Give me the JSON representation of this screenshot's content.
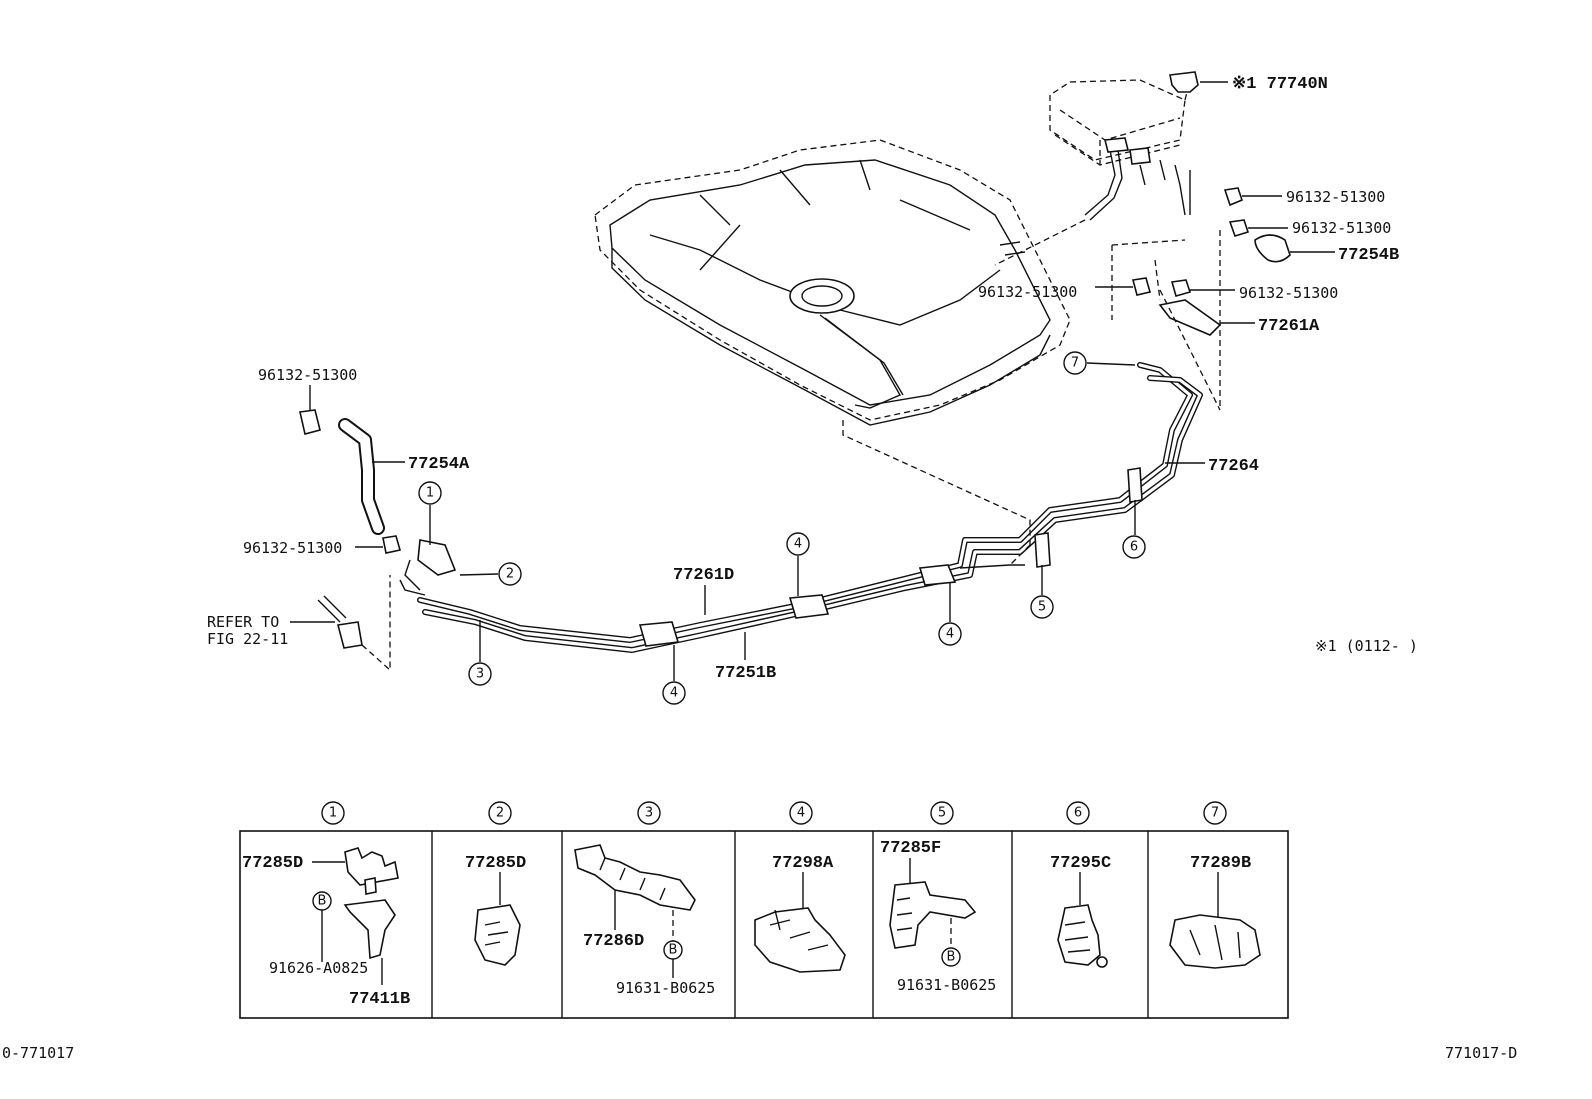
{
  "labels": {
    "p77740n": "※1 77740N",
    "clip_1": "96132-51300",
    "clip_2": "96132-51300",
    "p77254b": "77254B",
    "clip_3": "96132-51300",
    "clip_4": "96132-51300",
    "p77261a": "77261A",
    "clip_5": "96132-51300",
    "p77254a": "77254A",
    "clip_6": "96132-51300",
    "refer_1": "REFER TO",
    "refer_2": "FIG 22-11",
    "p77261d": "77261D",
    "p77251b": "77251B",
    "p77264": "77264",
    "note": "※1 (0112-        )"
  },
  "callouts": {
    "c1": "1",
    "c2": "2",
    "c3": "3",
    "c4a": "4",
    "c4b": "4",
    "c4c": "4",
    "c5": "5",
    "c6": "6",
    "c7": "7"
  },
  "detail_panels": [
    {
      "num": "1",
      "parts": [
        "77285D",
        "B",
        "91626-A0825",
        "77411B"
      ]
    },
    {
      "num": "2",
      "parts": [
        "77285D"
      ]
    },
    {
      "num": "3",
      "parts": [
        "77286D",
        "B",
        "91631-B0625"
      ]
    },
    {
      "num": "4",
      "parts": [
        "77298A"
      ]
    },
    {
      "num": "5",
      "parts": [
        "77285F",
        "B",
        "91631-B0625"
      ]
    },
    {
      "num": "6",
      "parts": [
        "77295C"
      ]
    },
    {
      "num": "7",
      "parts": [
        "77289B"
      ]
    }
  ],
  "footer": {
    "left": "0-771017",
    "right": "771017-D"
  }
}
